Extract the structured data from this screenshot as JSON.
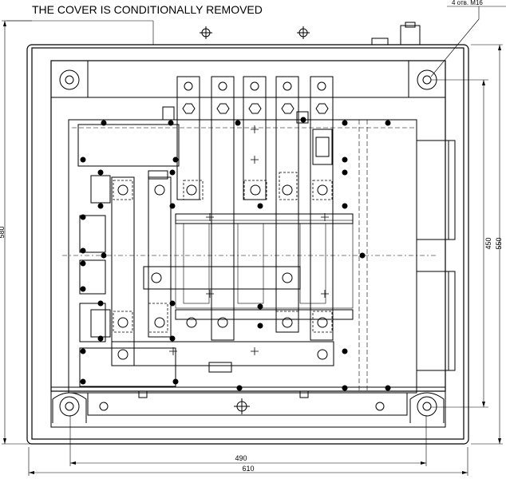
{
  "note": "THE COVER IS CONDITIONALLY REMOVED",
  "callout": "4 отв. М16",
  "dimensions": {
    "width_inner": "490",
    "width_outer": "610",
    "height_inner": "450",
    "height_outer": "550",
    "height_left": "580"
  }
}
